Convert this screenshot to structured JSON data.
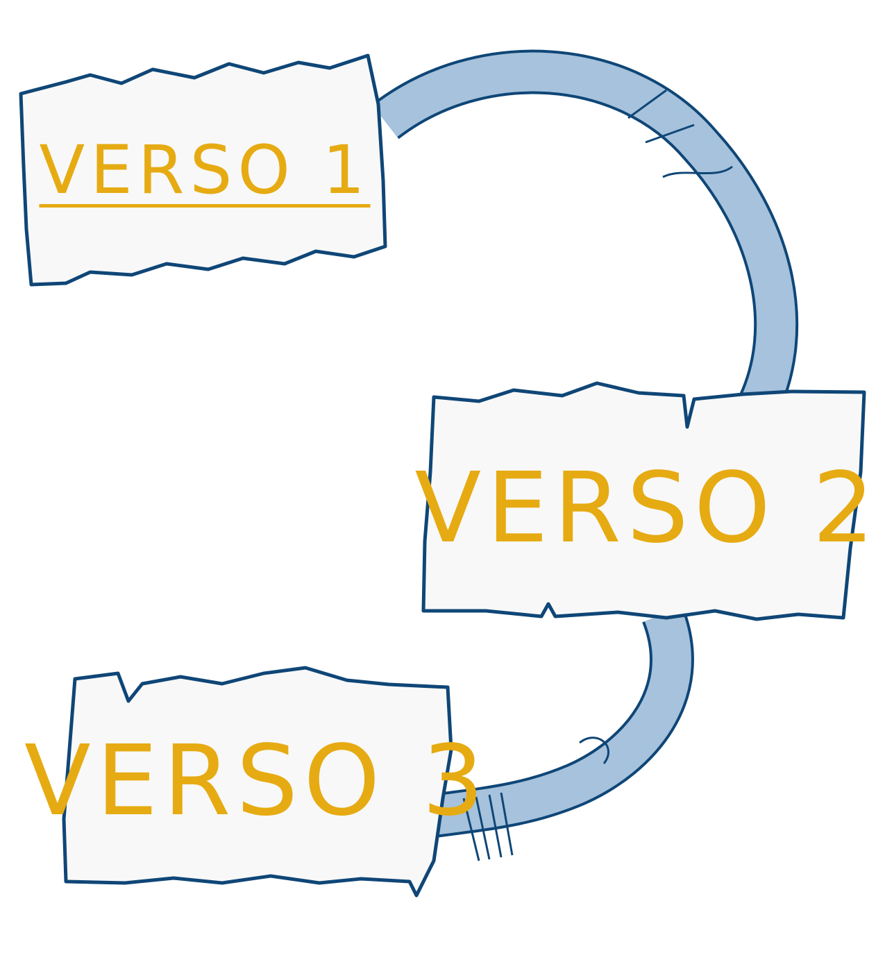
{
  "diagram": {
    "nodes": [
      {
        "id": "verso-1",
        "label": "VERSO 1"
      },
      {
        "id": "verso-2",
        "label": "VERSO 2"
      },
      {
        "id": "verso-3",
        "label": "VERSO 3"
      }
    ],
    "edges": [
      {
        "from": "verso-1",
        "to": "verso-2"
      },
      {
        "from": "verso-2",
        "to": "verso-3"
      }
    ],
    "colors": {
      "card_fill": "#f8f8f8",
      "card_outline": "#0f4677",
      "text": "#e6ab12",
      "connector_fill": "#a6c2dc",
      "connector_outline": "#0f4677"
    }
  }
}
